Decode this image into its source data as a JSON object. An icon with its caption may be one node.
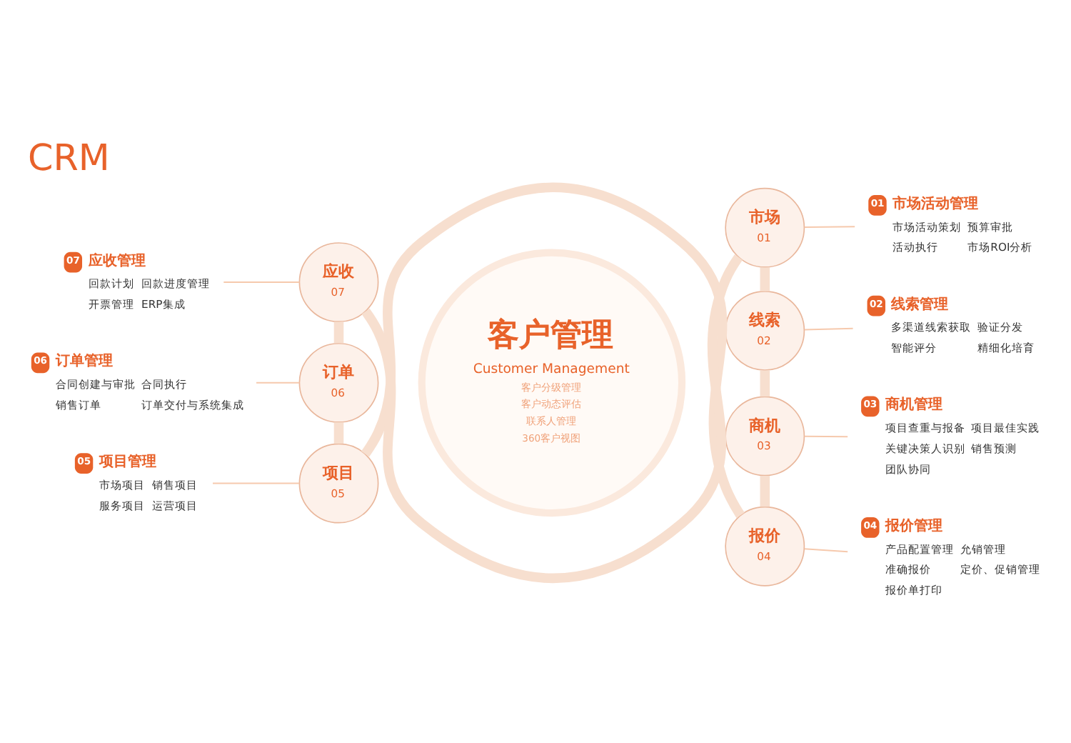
{
  "diagram": {
    "title": "CRM",
    "nodes": [
      {
        "text": [
          "客户管理",
          "Customer Management",
          "客户分级管理",
          "客户动态评估",
          "联系人管理",
          "360客户视图"
        ]
      },
      {
        "text": [
          "市场",
          "01"
        ]
      },
      {
        "text": [
          "线索",
          "02"
        ]
      },
      {
        "text": [
          "商机",
          "03"
        ]
      },
      {
        "text": [
          "报价",
          "04"
        ]
      },
      {
        "text": [
          "项目",
          "05"
        ]
      },
      {
        "text": [
          "订单",
          "06"
        ]
      },
      {
        "text": [
          "应收",
          "07"
        ]
      },
      {
        "text": [
          "01",
          "市场活动管理",
          "市场活动策划",
          "预算审批",
          "活动执行",
          "市场ROI分析"
        ]
      },
      {
        "text": [
          "02",
          "线索管理",
          "多渠道线索获取",
          "验证分发",
          "智能评分",
          "精细化培育"
        ]
      },
      {
        "text": [
          "03",
          "商机管理",
          "项目查重与报备",
          "项目最佳实践",
          "关键决策人识别",
          "销售预测",
          "团队协同"
        ]
      },
      {
        "text": [
          "04",
          "报价管理",
          "产品配置管理",
          "允销管理",
          "准确报价",
          "定价、促销管理",
          "报价单打印"
        ]
      },
      {
        "text": [
          "05",
          "项目管理",
          "市场项目",
          "销售项目",
          "服务项目",
          "运营项目"
        ]
      },
      {
        "text": [
          "06",
          "订单管理",
          "合同创建与审批",
          "合同执行",
          "销售订单",
          "订单交付与系统集成"
        ]
      },
      {
        "text": [
          "07",
          "应收管理",
          "回款计划",
          "回款进度管理",
          "开票管理",
          "ERP集成"
        ]
      }
    ],
    "edges": [
      {
        "from": 1,
        "to": 2,
        "arrow": "none",
        "style": "thick",
        "color": "#f7dfcf"
      },
      {
        "from": 2,
        "to": 3,
        "arrow": "none",
        "style": "thick",
        "color": "#f7dfcf"
      },
      {
        "from": 3,
        "to": 4,
        "arrow": "none",
        "style": "thick",
        "color": "#f7dfcf"
      },
      {
        "from": 4,
        "to": 5,
        "arrow": "none",
        "style": "thick",
        "color": "#f7dfcf"
      },
      {
        "from": 5,
        "to": 6,
        "arrow": "none",
        "style": "thick",
        "color": "#f7dfcf"
      },
      {
        "from": 6,
        "to": 7,
        "arrow": "none",
        "style": "thick",
        "color": "#f7dfcf"
      },
      {
        "from": 7,
        "to": 1,
        "arrow": "none",
        "style": "thick",
        "color": "#f7dfcf"
      },
      {
        "from": 1,
        "to": 8,
        "arrow": "none"
      },
      {
        "from": 2,
        "to": 9,
        "arrow": "none"
      },
      {
        "from": 3,
        "to": 10,
        "arrow": "none"
      },
      {
        "from": 4,
        "to": 11,
        "arrow": "none"
      },
      {
        "from": 14,
        "to": 7,
        "arrow": "none"
      },
      {
        "from": 13,
        "to": 6,
        "arrow": "none"
      },
      {
        "from": 12,
        "to": 5,
        "arrow": "none"
      }
    ]
  }
}
